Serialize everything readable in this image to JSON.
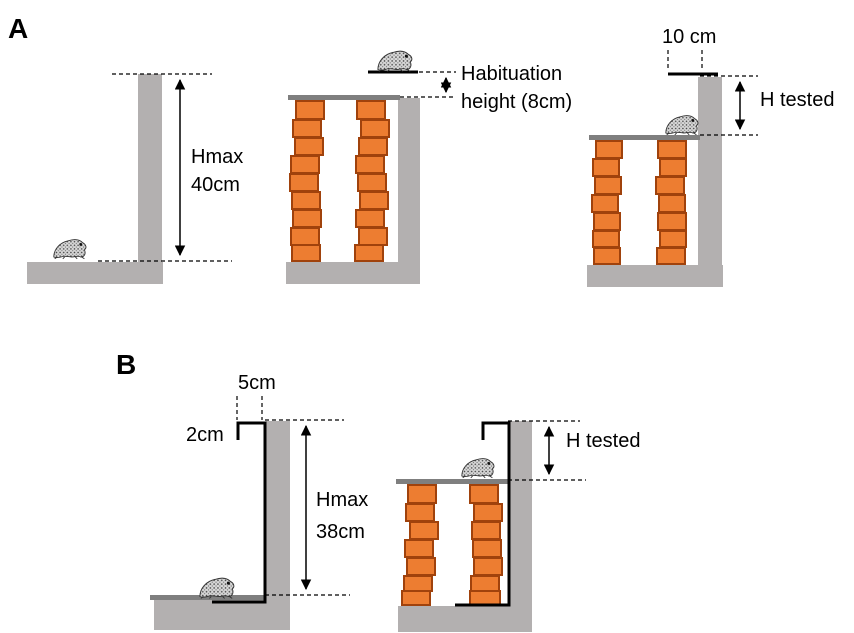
{
  "panels": {
    "a": {
      "letter": "A",
      "hmax_line1": "Hmax",
      "hmax_line2": "40cm",
      "habituation_line1": "Habituation",
      "habituation_line2": "height (8cm)",
      "width_label": "10 cm",
      "h_tested": "H tested"
    },
    "b": {
      "letter": "B",
      "width_label": "5cm",
      "lip_label": "2cm",
      "hmax_line1": "Hmax",
      "hmax_line2": "38cm",
      "h_tested": "H tested"
    }
  },
  "colors": {
    "wall": "#b3b0b0",
    "platform": "#7f7f7f",
    "brick": "#ed7d31",
    "brick_edge": "#a0420c"
  },
  "icons": [
    "toad-icon",
    "arrow-icon",
    "brick-stack"
  ]
}
